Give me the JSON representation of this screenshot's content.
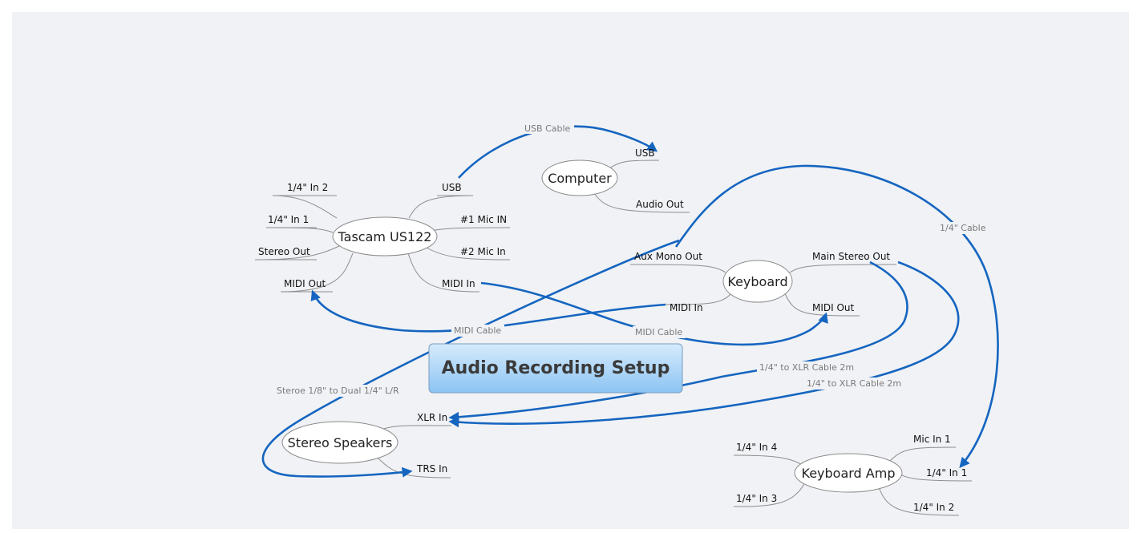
{
  "title": "Audio Recording Setup",
  "nodes": {
    "tascam": {
      "label": "Tascam US122",
      "leaves": [
        "1/4\" In 2",
        "1/4\" In 1",
        "Stereo Out",
        "MIDI Out",
        "USB",
        "#1 Mic IN",
        "#2 Mic In",
        "MIDI In"
      ]
    },
    "computer": {
      "label": "Computer",
      "leaves": [
        "USB",
        "Audio Out"
      ]
    },
    "keyboard": {
      "label": "Keyboard",
      "leaves": [
        "Aux Mono Out",
        "MIDI In",
        "Main Stereo Out",
        "MIDI Out"
      ]
    },
    "speakers": {
      "label": "Stereo Speakers",
      "leaves": [
        "XLR In",
        "TRS In"
      ]
    },
    "amp": {
      "label": "Keyboard Amp",
      "leaves": [
        "1/4\" In 4",
        "1/4\" In 3",
        "Mic In 1",
        "1/4\" In 1",
        "1/4\" In 2"
      ]
    }
  },
  "relationships": {
    "usb_cable": "USB Cable",
    "midi_cable_1": "MIDI Cable",
    "midi_cable_2": "MIDI Cable",
    "stereo_cable": "Steroe 1/8\" to Dual 1/4\" L/R",
    "quarter_cable": "1/4\" Cable",
    "xlr_cable_1": "1/4\" to XLR Cable 2m",
    "xlr_cable_2": "1/4\" to XLR Cable 2m"
  },
  "colors": {
    "relationship": "#1565c0",
    "title_gradient_top": "#cfe6fb",
    "title_gradient_bottom": "#8ec6f5",
    "canvas": "#f0f2f5"
  }
}
